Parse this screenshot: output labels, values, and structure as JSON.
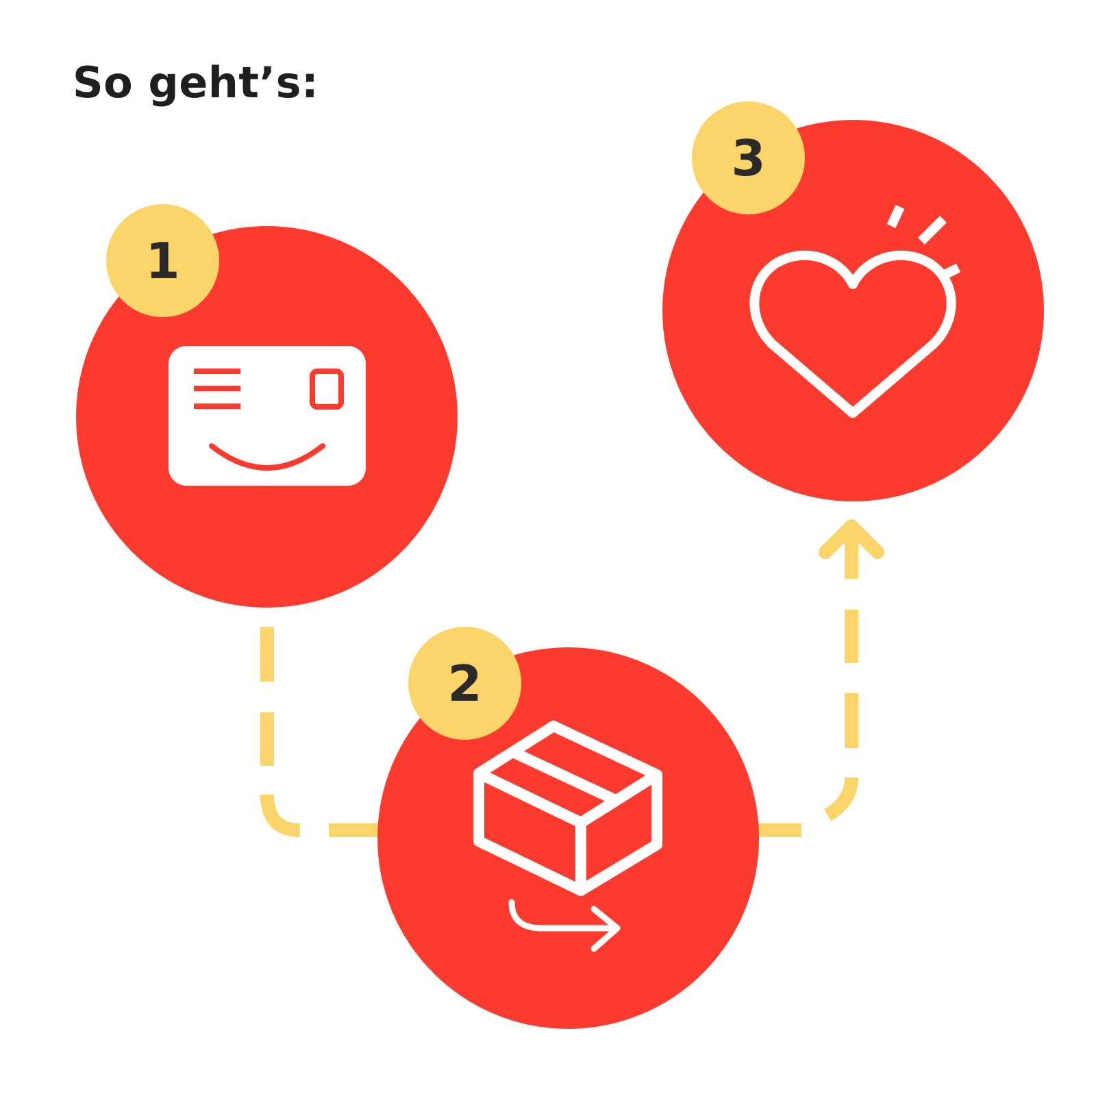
{
  "title": "So geht’s:",
  "colors": {
    "circle": "#fd3a2e",
    "badge": "#fbd56a",
    "connector": "#fbd56a",
    "icon": "#ffffff",
    "text": "#1f1f1f"
  },
  "steps": [
    {
      "number": "1",
      "icon": "smiling-card-icon"
    },
    {
      "number": "2",
      "icon": "package-forward-icon"
    },
    {
      "number": "3",
      "icon": "heart-shine-icon"
    }
  ],
  "connectors": [
    {
      "from": "1",
      "to": "2",
      "style": "dashed"
    },
    {
      "from": "2",
      "to": "3",
      "style": "dashed-arrow"
    }
  ]
}
